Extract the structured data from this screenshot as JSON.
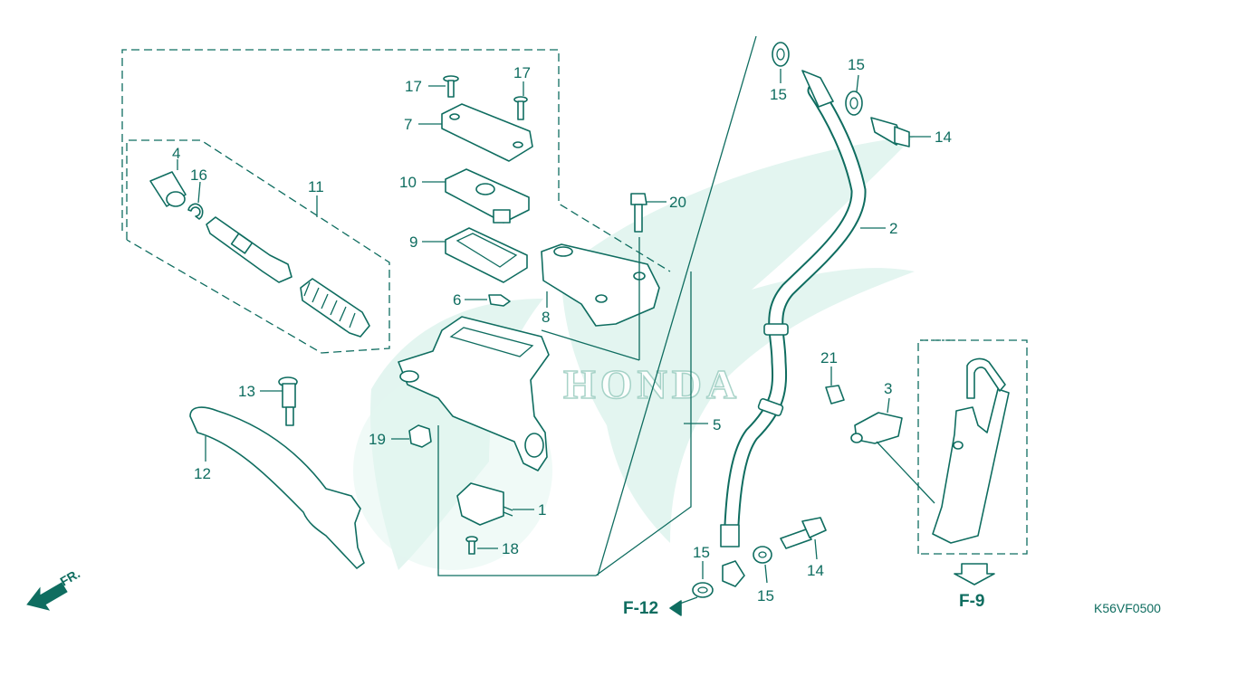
{
  "diagram": {
    "watermark_text": "HONDA",
    "diagram_code": "K56VF0500",
    "direction_label": "FR.",
    "references": {
      "f12": "F-12",
      "f9": "F-9"
    },
    "callouts": {
      "c1": "1",
      "c2": "2",
      "c3": "3",
      "c4": "4",
      "c5": "5",
      "c6": "6",
      "c7": "7",
      "c8": "8",
      "c9": "9",
      "c10": "10",
      "c11": "11",
      "c12": "12",
      "c13": "13",
      "c14a": "14",
      "c14b": "14",
      "c15a": "15",
      "c15b": "15",
      "c15c": "15",
      "c15d": "15",
      "c16": "16",
      "c17a": "17",
      "c17b": "17",
      "c18": "18",
      "c19": "19",
      "c20": "20",
      "c21": "21"
    },
    "colors": {
      "ink": "#0f6d60",
      "watermark": "#e3f5f0",
      "background": "#ffffff"
    }
  }
}
